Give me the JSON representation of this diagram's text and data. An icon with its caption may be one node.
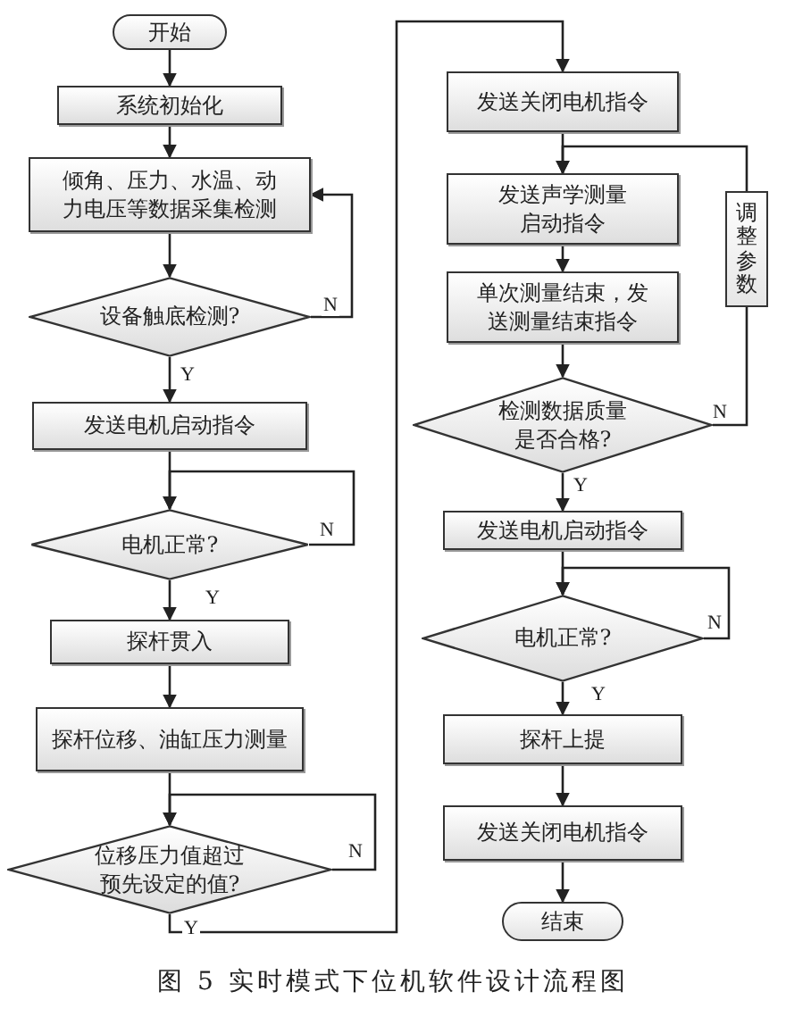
{
  "diagram": {
    "caption": "图 5 实时模式下位机软件设计流程图",
    "nodes": [
      {
        "text": [
          "开始"
        ]
      },
      {
        "text": [
          "系统初始化"
        ]
      },
      {
        "text": [
          "倾角、压力、水温、动力电压等数据采集检测"
        ]
      },
      {
        "text": [
          "设备触底检测?"
        ]
      },
      {
        "text": [
          "发送电机启动指令"
        ]
      },
      {
        "text": [
          "电机正常?"
        ]
      },
      {
        "text": [
          "探杆贯入"
        ]
      },
      {
        "text": [
          "探杆位移、油缸压力测量"
        ]
      },
      {
        "text": [
          "位移压力值超过预先设定的值?"
        ]
      },
      {
        "text": [
          "发送关闭电机指令"
        ]
      },
      {
        "text": [
          "发送声学测量启动指令"
        ]
      },
      {
        "text": [
          "单次测量结束，发送测量结束指令"
        ]
      },
      {
        "text": [
          "检测数据质量是否合格?"
        ]
      },
      {
        "text": [
          "调整参数"
        ]
      },
      {
        "text": [
          "发送电机启动指令"
        ]
      },
      {
        "text": [
          "电机正常?"
        ]
      },
      {
        "text": [
          "探杆上提"
        ]
      },
      {
        "text": [
          "发送关闭电机指令"
        ]
      },
      {
        "text": [
          "结束"
        ]
      }
    ],
    "edges": [
      {
        "from": 0,
        "to": 1,
        "arrow": "to"
      },
      {
        "from": 1,
        "to": 2,
        "arrow": "to"
      },
      {
        "from": 2,
        "to": 3,
        "arrow": "to"
      },
      {
        "from": 3,
        "to": 2,
        "arrow": "to",
        "label": "N"
      },
      {
        "from": 3,
        "to": 4,
        "arrow": "to",
        "label": "Y"
      },
      {
        "from": 4,
        "to": 5,
        "arrow": "to"
      },
      {
        "from": 5,
        "to": 5,
        "arrow": "to",
        "label": "N"
      },
      {
        "from": 5,
        "to": 6,
        "arrow": "to",
        "label": "Y"
      },
      {
        "from": 6,
        "to": 7,
        "arrow": "to"
      },
      {
        "from": 7,
        "to": 8,
        "arrow": "to"
      },
      {
        "from": 8,
        "to": 8,
        "arrow": "to",
        "label": "N"
      },
      {
        "from": 8,
        "to": 9,
        "arrow": "to",
        "label": "Y"
      },
      {
        "from": 9,
        "to": 10,
        "arrow": "to"
      },
      {
        "from": 10,
        "to": 11,
        "arrow": "to"
      },
      {
        "from": 11,
        "to": 12,
        "arrow": "to"
      },
      {
        "from": 12,
        "to": 13,
        "arrow": "none",
        "label": "N"
      },
      {
        "from": 13,
        "to": 10,
        "arrow": "to"
      },
      {
        "from": 12,
        "to": 14,
        "arrow": "to",
        "label": "Y"
      },
      {
        "from": 14,
        "to": 15,
        "arrow": "to"
      },
      {
        "from": 15,
        "to": 15,
        "arrow": "to",
        "label": "N"
      },
      {
        "from": 15,
        "to": 16,
        "arrow": "to",
        "label": "Y"
      },
      {
        "from": 16,
        "to": 17,
        "arrow": "to"
      },
      {
        "from": 17,
        "to": 18,
        "arrow": "to"
      }
    ]
  }
}
